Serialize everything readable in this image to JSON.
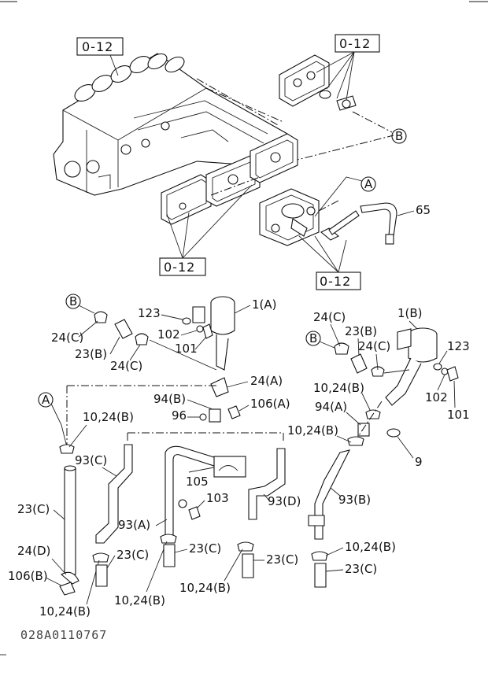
{
  "diagram": {
    "refs": {
      "block": "0-12",
      "cover_top": "0-12",
      "covers_bottom_left": "0-12",
      "covers_bottom_right": "0-12"
    },
    "connectors": {
      "a": "A",
      "b": "B"
    },
    "labels": {
      "hose_65": "65",
      "sep_a": "1(A)",
      "sep_b": "1(B)",
      "p123_a": "123",
      "p123_b": "123",
      "p102_a": "102",
      "p102_b": "102",
      "p101_a": "101",
      "p101_b": "101",
      "p24c_1": "24(C)",
      "p24c_2": "24(C)",
      "p24c_3": "24(C)",
      "p24c_4": "24(C)",
      "p23b_a": "23(B)",
      "p23b_b": "23(B)",
      "p24a": "24(A)",
      "p94b": "94(B)",
      "p94a": "94(A)",
      "p96": "96",
      "p106a": "106(A)",
      "p1024b_1": "10,24(B)",
      "p1024b_2": "10,24(B)",
      "p1024b_3": "10,24(B)",
      "p1024b_4": "10,24(B)",
      "p1024b_5": "10,24(B)",
      "p1024b_6": "10,24(B)",
      "p1024b_7": "10,24(B)",
      "p93c": "93(C)",
      "p93a": "93(A)",
      "p93d": "93(D)",
      "p93b": "93(B)",
      "p23c_1": "23(C)",
      "p23c_2": "23(C)",
      "p23c_3": "23(C)",
      "p23c_4": "23(C)",
      "p23c_5": "23(C)",
      "p24d": "24(D)",
      "p106b": "106(B)",
      "p105": "105",
      "p103": "103",
      "p9": "9"
    },
    "caption": "028A0110767"
  }
}
